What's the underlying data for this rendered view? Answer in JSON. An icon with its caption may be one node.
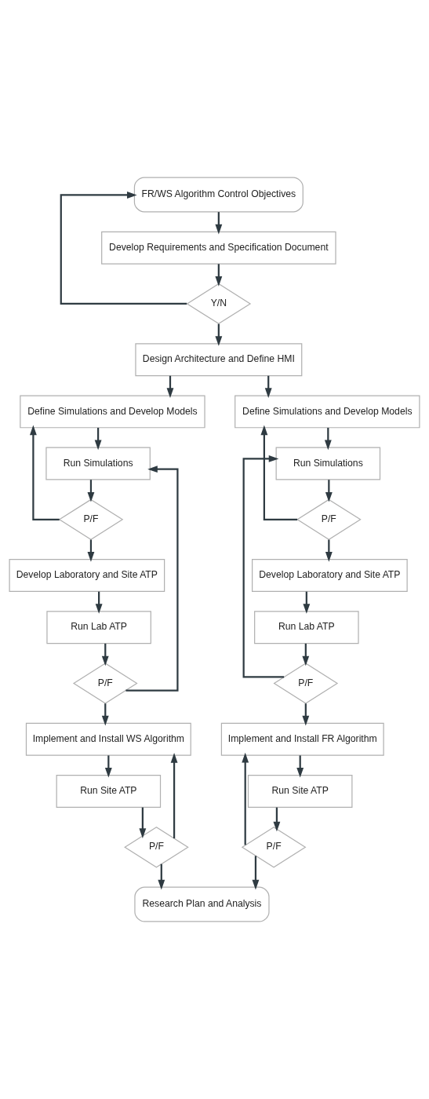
{
  "diagram": {
    "nodes": [
      {
        "text": [
          "FR/WS Algorithm Control Objectives"
        ]
      },
      {
        "text": [
          "Develop Requirements and Specification Document"
        ]
      },
      {
        "text": [
          "Y/N"
        ]
      },
      {
        "text": [
          "Design Architecture and Define HMI"
        ]
      },
      {
        "text": [
          "Define Simulations and Develop Models"
        ]
      },
      {
        "text": [
          "Run Simulations"
        ]
      },
      {
        "text": [
          "P/F"
        ]
      },
      {
        "text": [
          "Develop Laboratory and Site ATP"
        ]
      },
      {
        "text": [
          "Run Lab ATP"
        ]
      },
      {
        "text": [
          "P/F"
        ]
      },
      {
        "text": [
          "Implement and Install WS Algorithm"
        ]
      },
      {
        "text": [
          "Run Site ATP"
        ]
      },
      {
        "text": [
          "P/F"
        ]
      },
      {
        "text": [
          "Define Simulations and Develop Models"
        ]
      },
      {
        "text": [
          "Run Simulations"
        ]
      },
      {
        "text": [
          "P/F"
        ]
      },
      {
        "text": [
          "Develop Laboratory and Site ATP"
        ]
      },
      {
        "text": [
          "Run Lab ATP"
        ]
      },
      {
        "text": [
          "P/F"
        ]
      },
      {
        "text": [
          "Implement and Install FR Algorithm"
        ]
      },
      {
        "text": [
          "Run Site ATP"
        ]
      },
      {
        "text": [
          "P/F"
        ]
      },
      {
        "text": [
          "Research Plan and Analysis"
        ]
      }
    ],
    "edges": [
      {
        "from": 0,
        "to": 1,
        "arrow": "to"
      },
      {
        "from": 1,
        "to": 2,
        "arrow": "to"
      },
      {
        "from": 2,
        "to": 0,
        "arrow": "to"
      },
      {
        "from": 2,
        "to": 3,
        "arrow": "to"
      },
      {
        "from": 3,
        "to": 4,
        "arrow": "to"
      },
      {
        "from": 3,
        "to": 13,
        "arrow": "to"
      },
      {
        "from": 4,
        "to": 5,
        "arrow": "to"
      },
      {
        "from": 5,
        "to": 6,
        "arrow": "to"
      },
      {
        "from": 6,
        "to": 4,
        "arrow": "to"
      },
      {
        "from": 6,
        "to": 7,
        "arrow": "to"
      },
      {
        "from": 7,
        "to": 8,
        "arrow": "to"
      },
      {
        "from": 8,
        "to": 9,
        "arrow": "to"
      },
      {
        "from": 9,
        "to": 5,
        "arrow": "to"
      },
      {
        "from": 9,
        "to": 10,
        "arrow": "to"
      },
      {
        "from": 10,
        "to": 11,
        "arrow": "to"
      },
      {
        "from": 11,
        "to": 12,
        "arrow": "to"
      },
      {
        "from": 12,
        "to": 10,
        "arrow": "to"
      },
      {
        "from": 12,
        "to": 22,
        "arrow": "to"
      },
      {
        "from": 13,
        "to": 14,
        "arrow": "to"
      },
      {
        "from": 14,
        "to": 15,
        "arrow": "to"
      },
      {
        "from": 15,
        "to": 13,
        "arrow": "to"
      },
      {
        "from": 15,
        "to": 16,
        "arrow": "to"
      },
      {
        "from": 16,
        "to": 17,
        "arrow": "to"
      },
      {
        "from": 17,
        "to": 18,
        "arrow": "to"
      },
      {
        "from": 18,
        "to": 14,
        "arrow": "to"
      },
      {
        "from": 18,
        "to": 19,
        "arrow": "to"
      },
      {
        "from": 19,
        "to": 20,
        "arrow": "to"
      },
      {
        "from": 20,
        "to": 21,
        "arrow": "to"
      },
      {
        "from": 21,
        "to": 19,
        "arrow": "to"
      },
      {
        "from": 21,
        "to": 22,
        "arrow": "to"
      }
    ]
  }
}
